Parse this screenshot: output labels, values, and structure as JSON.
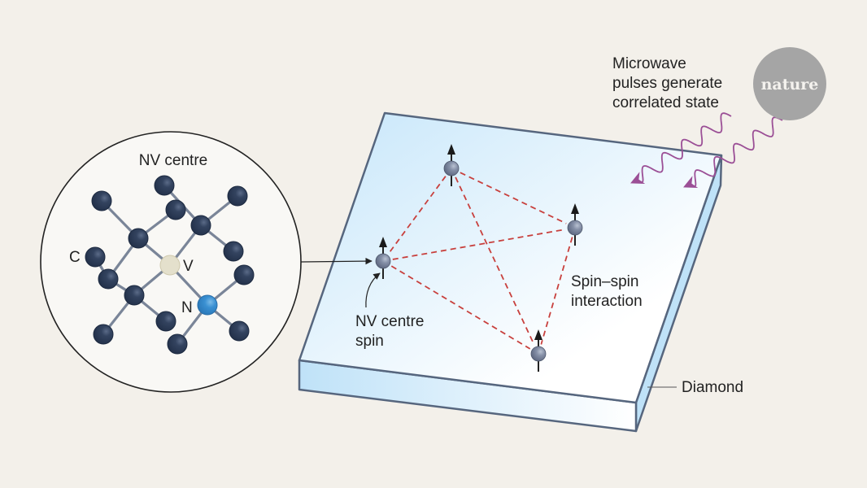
{
  "colors": {
    "background": "#f3f0ea",
    "slab_top_start": "#c6e6fa",
    "slab_top_end": "#ffffff",
    "slab_side": "#bfe2f8",
    "slab_edge": "#56667e",
    "carbon": "#2f3f5c",
    "vacancy": "#e4e0cc",
    "nitrogen": "#3a8fd0",
    "bond": "#7a8598",
    "spin": "#7f8aa2",
    "dash": "#c8403d",
    "wave": "#9b4f96",
    "nature_badge": "#a5a5a5"
  },
  "inset": {
    "title": "NV centre",
    "label_c": "C",
    "label_v": "V",
    "label_n": "N"
  },
  "labels": {
    "microwave": [
      "Microwave",
      "pulses generate",
      "correlated state"
    ],
    "nv_spin": [
      "NV centre",
      "spin"
    ],
    "spin_spin": [
      "Spin–spin",
      "interaction"
    ],
    "diamond": "Diamond"
  },
  "logo": {
    "text": "nature"
  },
  "spins": [
    {
      "id": "top",
      "direction": "up"
    },
    {
      "id": "left",
      "direction": "up"
    },
    {
      "id": "right",
      "direction": "up"
    },
    {
      "id": "bottom",
      "direction": "up"
    }
  ],
  "interactions": [
    [
      "top",
      "left"
    ],
    [
      "top",
      "right"
    ],
    [
      "top",
      "bottom"
    ],
    [
      "left",
      "right"
    ],
    [
      "left",
      "bottom"
    ],
    [
      "right",
      "bottom"
    ]
  ]
}
